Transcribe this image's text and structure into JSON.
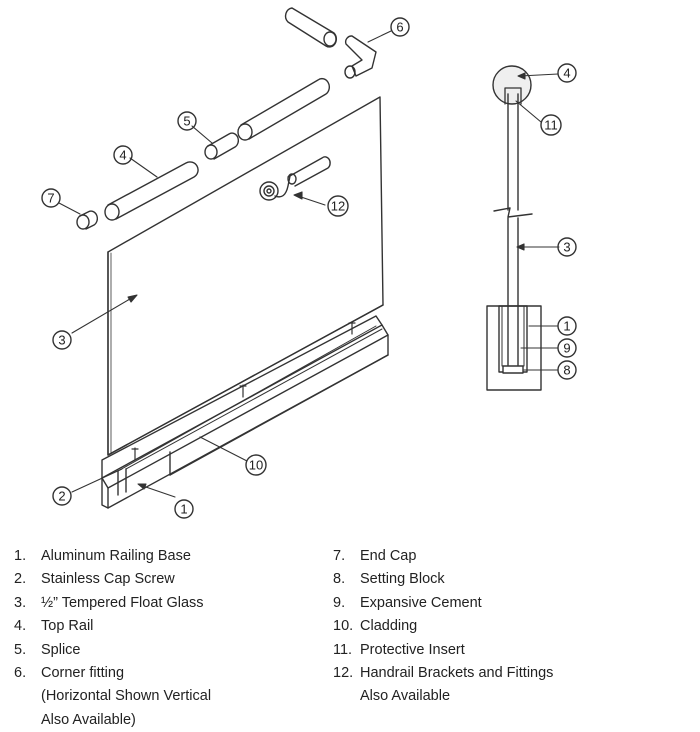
{
  "callouts": {
    "c1": "1",
    "c2": "2",
    "c3": "3",
    "c4": "4",
    "c5": "5",
    "c6": "6",
    "c7": "7",
    "c8": "8",
    "c9": "9",
    "c10": "10",
    "c11": "11",
    "c12": "12",
    "s1": "1",
    "s3": "3",
    "s4": "4",
    "s8": "8",
    "s9": "9",
    "s11": "11"
  },
  "legend": {
    "left": [
      {
        "num": "1.",
        "text": "Aluminum Railing Base"
      },
      {
        "num": "2.",
        "text": "Stainless Cap Screw"
      },
      {
        "num": "3.",
        "text": "½” Tempered Float Glass"
      },
      {
        "num": "4.",
        "text": "Top Rail"
      },
      {
        "num": "5.",
        "text": "Splice"
      },
      {
        "num": "6.",
        "text": "Corner fitting",
        "cont": [
          "(Horizontal Shown Vertical",
          "Also Available)"
        ]
      }
    ],
    "right": [
      {
        "num": "7.",
        "text": "End Cap"
      },
      {
        "num": "8.",
        "text": "Setting Block"
      },
      {
        "num": "9.",
        "text": "Expansive Cement"
      },
      {
        "num": "10.",
        "text": "Cladding"
      },
      {
        "num": "11.",
        "text": "Protective Insert"
      },
      {
        "num": "12.",
        "text": "Handrail Brackets and Fittings",
        "cont": [
          "Also Available"
        ]
      }
    ]
  }
}
